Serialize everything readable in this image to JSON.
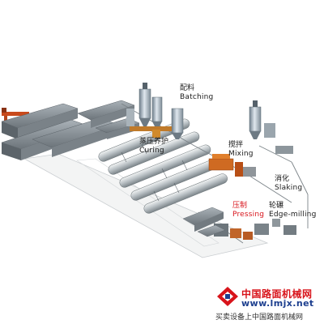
{
  "labels": {
    "batching": {
      "cn": "配料",
      "en": "Batching"
    },
    "curing": {
      "cn": "蒸压养护",
      "en": "Curing"
    },
    "mixing": {
      "cn": "搅拌",
      "en": "Mixing"
    },
    "slaking": {
      "cn": "消化",
      "en": "Slaking"
    },
    "pressing": {
      "cn": "压制",
      "en": "Pressing"
    },
    "edge": {
      "cn": "轮碾",
      "en": "Edge-milling"
    }
  },
  "watermark": {
    "site_name": "中国路面机械网",
    "url": "www.lmjx.net",
    "slogan": "买卖设备上中国路面机械网"
  },
  "colors": {
    "pressing_label": "#d8141b",
    "watermark_red": "#d8141b",
    "watermark_blue": "#1d3f8f"
  }
}
